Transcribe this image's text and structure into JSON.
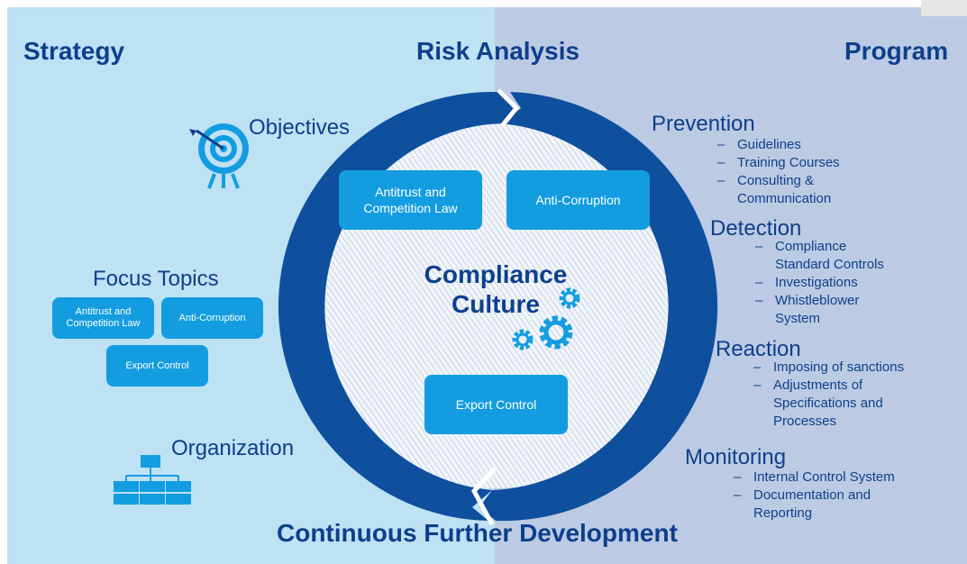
{
  "headers": {
    "strategy": "Strategy",
    "risk_analysis": "Risk Analysis",
    "program": "Program",
    "continuous": "Continuous Further Development"
  },
  "strategy": {
    "objectives": "Objectives",
    "focus_topics": "Focus Topics",
    "organization": "Organization",
    "topics": {
      "antitrust": "Antitrust and Competition Law",
      "anti_corruption": "Anti-Corruption",
      "export_control": "Export Control"
    }
  },
  "circle": {
    "center_line1": "Compliance",
    "center_line2": "Culture",
    "antitrust": "Antitrust and Competition Law",
    "anti_corruption": "Anti-Corruption",
    "export_control": "Export Control"
  },
  "program": {
    "prevention": {
      "title": "Prevention",
      "items": [
        "Guidelines",
        "Training Courses",
        "Consulting & Communication"
      ]
    },
    "detection": {
      "title": "Detection",
      "items": [
        "Compliance Standard Controls",
        "Investigations",
        "Whistleblower System"
      ]
    },
    "reaction": {
      "title": "Reaction",
      "items": [
        "Imposing of sanctions",
        "Adjustments of Specifications and Processes"
      ]
    },
    "monitoring": {
      "title": "Monitoring",
      "items": [
        "Internal Control System",
        "Documentation and Reporting"
      ]
    }
  },
  "colors": {
    "left_panel": "#bfe1f4",
    "right_panel": "#bccbe3",
    "ring": "#0e4f9e",
    "box": "#139de0",
    "text": "#0d3f8c"
  },
  "icons": [
    "target-icon",
    "gear-icon",
    "org-chart-icon"
  ]
}
